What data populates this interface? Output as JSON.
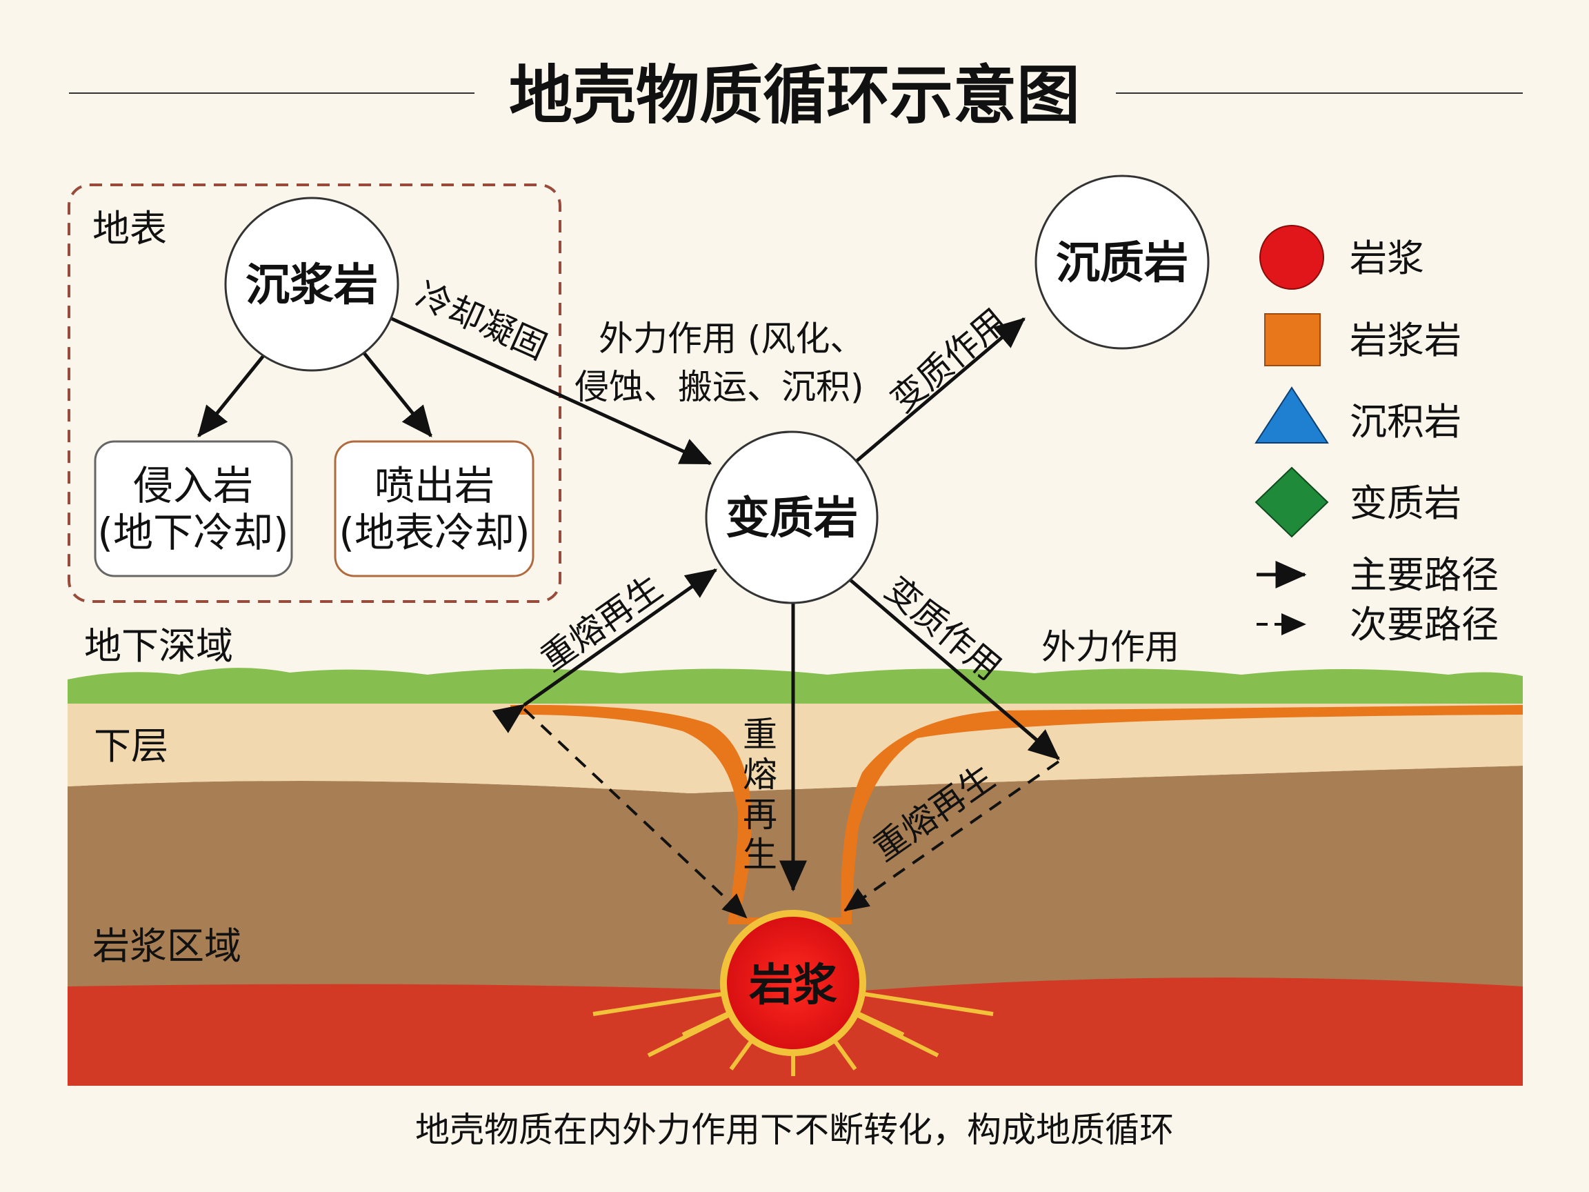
{
  "title": "地壳物质循环示意图",
  "caption": "地壳物质在内外力作用下不断转化，构成地质循环",
  "zones": {
    "surface": "地表",
    "deep": "地下深域",
    "lower": "下层",
    "magma_zone": "岩浆区域"
  },
  "nodes": {
    "igneous": "沉浆岩",
    "sedimentary": "沉质岩",
    "metamorphic": "变质岩",
    "magma": "岩浆",
    "intrusive_name": "侵入岩",
    "intrusive_note": "(地下冷却)",
    "extrusive_name": "喷出岩",
    "extrusive_note": "(地表冷却)"
  },
  "labels": {
    "cooling": "冷却凝固",
    "external_line1": "外力作用 (风化、",
    "external_line2": "侵蚀、搬运、沉积)",
    "metamorphism_up": "变质作用",
    "remelt_left": "重熔再生",
    "metamorphism_down": "变质作用",
    "external_right": "外力作用",
    "remelt_center_1": "重",
    "remelt_center_2": "熔",
    "remelt_center_3": "再",
    "remelt_center_4": "生",
    "remelt_right": "重熔再生"
  },
  "legend": {
    "magma": "岩浆",
    "igneous_rock": "岩浆岩",
    "sedimentary_rock": "沉积岩",
    "metamorphic_rock": "变质岩",
    "main_path": "主要路径",
    "secondary_path": "次要路径"
  },
  "colors": {
    "magma_red": "#e0161b",
    "igneous_orange": "#e8761b",
    "sedimentary_blue": "#1f7fd1",
    "metamorphic_green": "#1f8a3a",
    "grass": "#86bf4f",
    "sand": "#f1d8ae",
    "soil": "#a87e54",
    "mantle": "#d23a26",
    "dash_frame": "#9a4a3a"
  }
}
